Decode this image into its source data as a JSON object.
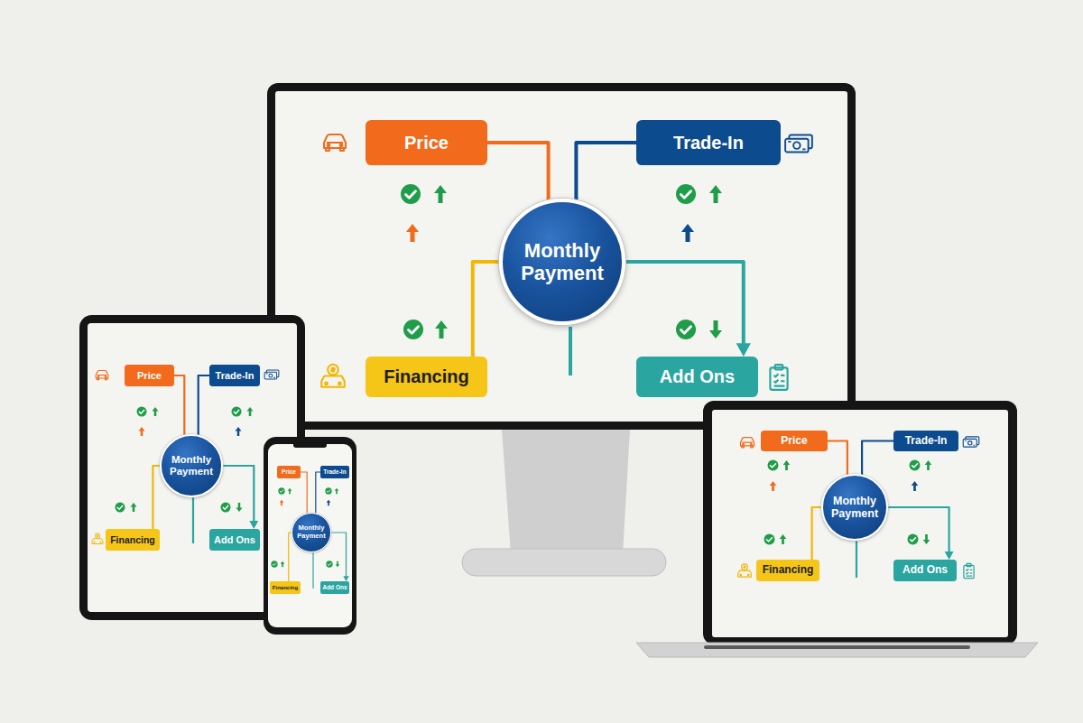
{
  "diagram": {
    "nodes": [
      {
        "text": [
          "Price"
        ]
      },
      {
        "text": [
          "Trade-In"
        ]
      },
      {
        "text": [
          "Monthly Payment"
        ]
      },
      {
        "text": [
          "Financing"
        ]
      },
      {
        "text": [
          "Add Ons"
        ]
      },
      {
        "text": [
          "Price"
        ]
      },
      {
        "text": [
          "Trade-In"
        ]
      },
      {
        "text": [
          "Monthly Payment"
        ]
      },
      {
        "text": [
          "Financing"
        ]
      },
      {
        "text": [
          "Add Ons"
        ]
      },
      {
        "text": [
          "Price"
        ]
      },
      {
        "text": [
          "Trade-In"
        ]
      },
      {
        "text": [
          "Monthly Payment"
        ]
      },
      {
        "text": [
          "Financing"
        ]
      },
      {
        "text": [
          "Add Ons"
        ]
      },
      {
        "text": [
          "Price"
        ]
      },
      {
        "text": [
          "Trade-In"
        ]
      },
      {
        "text": [
          "Monthly Payment"
        ]
      },
      {
        "text": [
          "Financing"
        ]
      },
      {
        "text": [
          "Add Ons"
        ]
      }
    ],
    "edges": [
      {
        "from": 0,
        "to": 2,
        "arrow": "none"
      },
      {
        "from": 1,
        "to": 2,
        "arrow": "none"
      },
      {
        "from": 3,
        "to": 2,
        "arrow": "none"
      },
      {
        "from": 2,
        "to": 4,
        "arrow": "to"
      },
      {
        "from": 5,
        "to": 7,
        "arrow": "none"
      },
      {
        "from": 6,
        "to": 7,
        "arrow": "none"
      },
      {
        "from": 8,
        "to": 7,
        "arrow": "none"
      },
      {
        "from": 7,
        "to": 9,
        "arrow": "to"
      },
      {
        "from": 10,
        "to": 12,
        "arrow": "none"
      },
      {
        "from": 11,
        "to": 12,
        "arrow": "none"
      },
      {
        "from": 13,
        "to": 12,
        "arrow": "none"
      },
      {
        "from": 12,
        "to": 14,
        "arrow": "to"
      },
      {
        "from": 15,
        "to": 17,
        "arrow": "none"
      },
      {
        "from": 16,
        "to": 17,
        "arrow": "none"
      },
      {
        "from": 18,
        "to": 17,
        "arrow": "none"
      },
      {
        "from": 17,
        "to": 19,
        "arrow": "to"
      }
    ]
  }
}
